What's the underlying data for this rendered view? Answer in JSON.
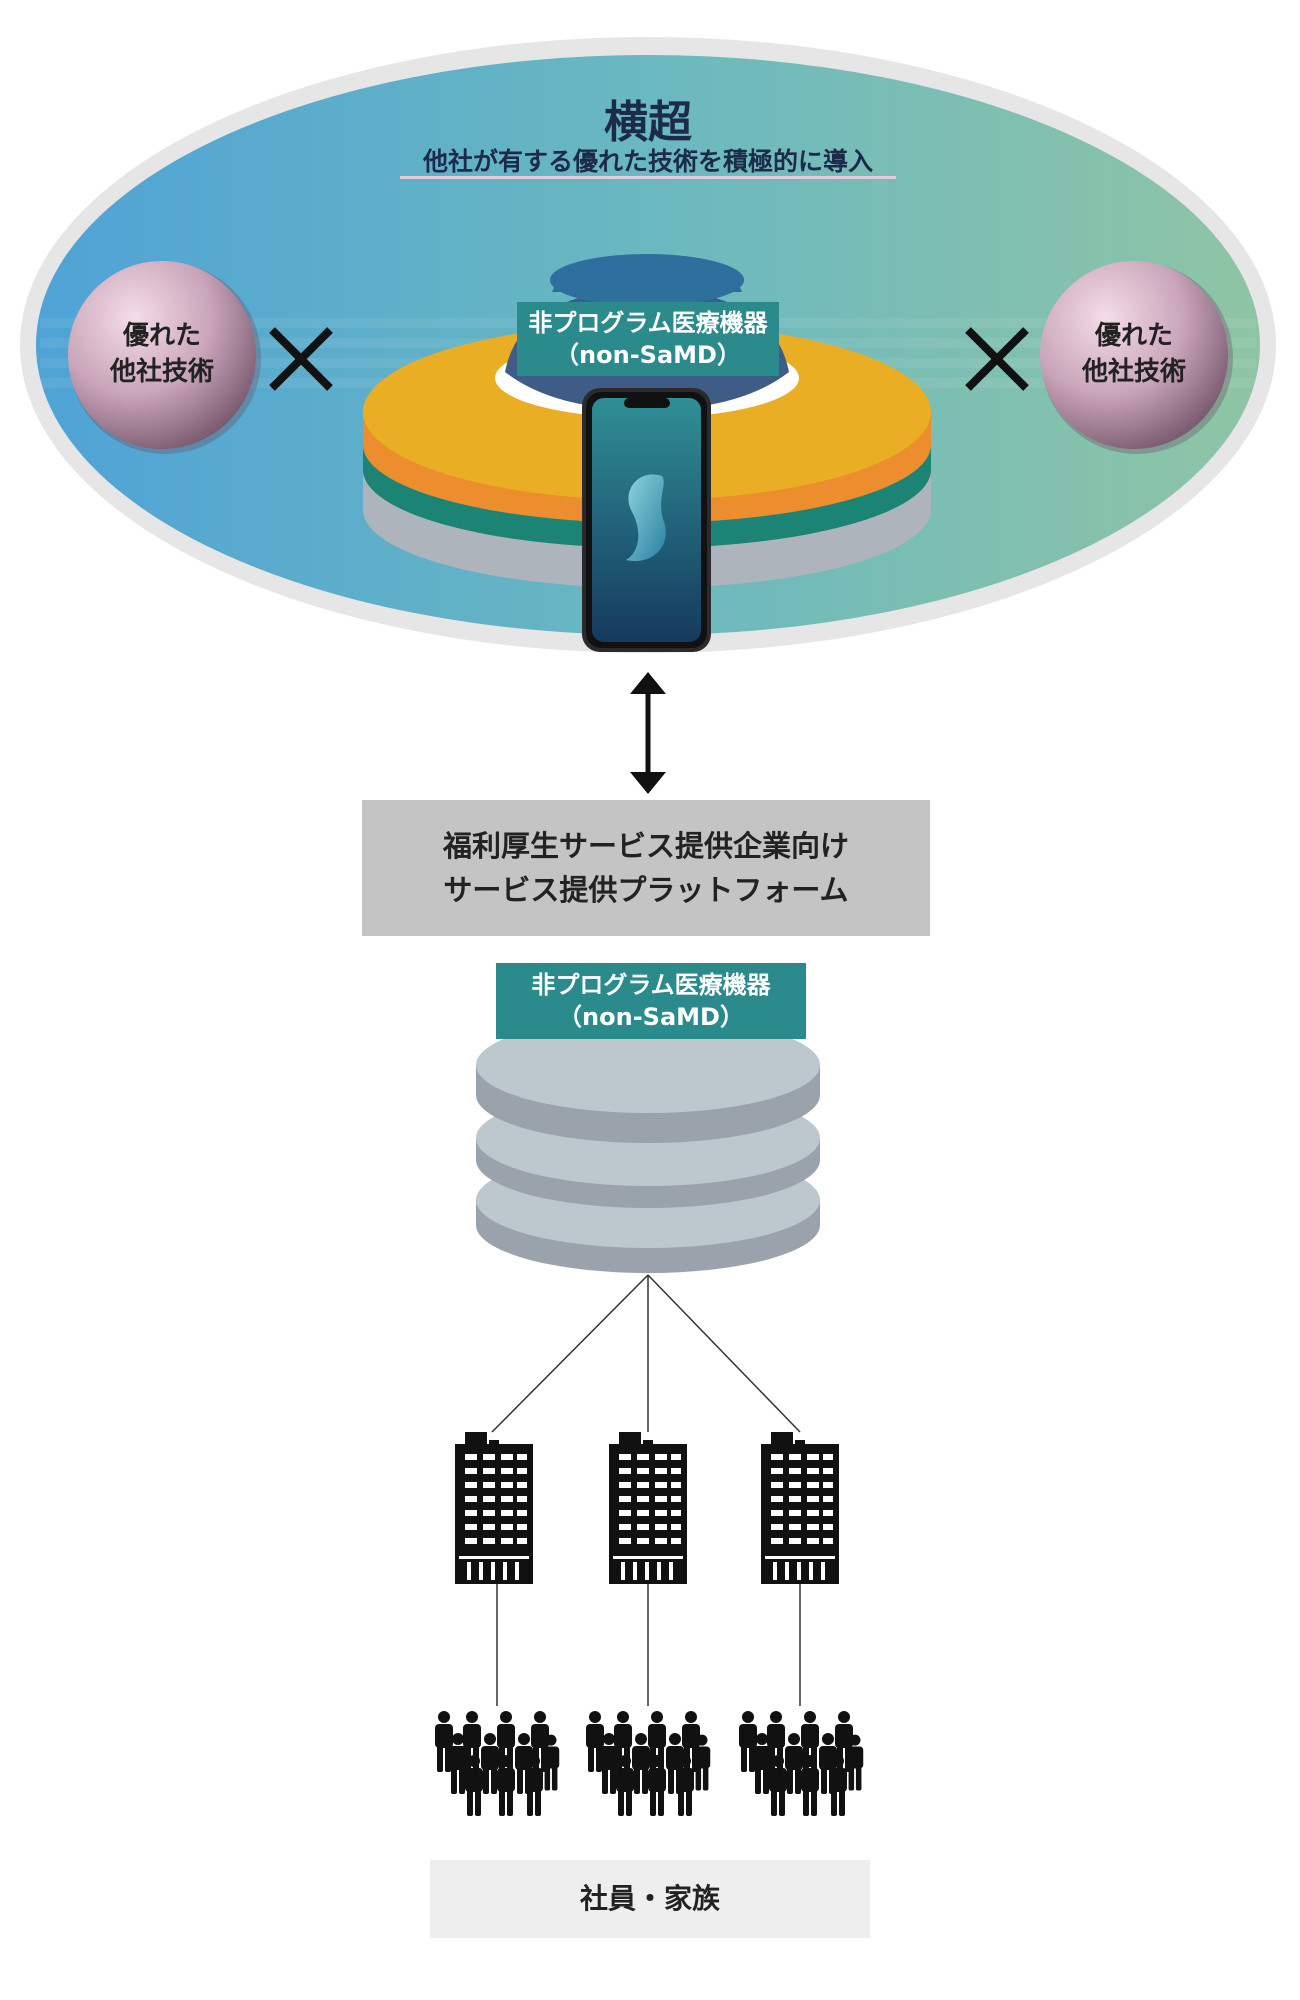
{
  "header": {
    "title": "横超",
    "subtitle": "他社が有する優れた技術を積極的に導入"
  },
  "spheres": {
    "left": {
      "line1": "優れた",
      "line2": "他社技術"
    },
    "right": {
      "line1": "優れた",
      "line2": "他社技術"
    }
  },
  "top_device": {
    "line1": "非プログラム医療機器",
    "line2": "（non-SaMD）"
  },
  "platform": {
    "line1": "福利厚生サービス提供企業向け",
    "line2": "サービス提供プラットフォーム"
  },
  "database": {
    "line1": "非プログラム医療機器",
    "line2": "（non-SaMD）"
  },
  "footer": {
    "label": "社員・家族"
  },
  "icons": {
    "cross": "cross-icon",
    "arrow": "double-arrow-icon",
    "building": "office-building-icon",
    "people": "people-group-icon",
    "phone": "smartphone-icon"
  },
  "colors": {
    "ellipse_left": "#4fa3d6",
    "ellipse_right": "#8fc5a5",
    "teal_label": "#2a8a8c",
    "disc_yellow": "#e9ae24",
    "disc_orange": "#ec8d2e",
    "disc_green": "#24a690",
    "disc_gray": "#c8ccd1",
    "database": "#bcc7ce",
    "platform_box": "#c4c4c4"
  }
}
